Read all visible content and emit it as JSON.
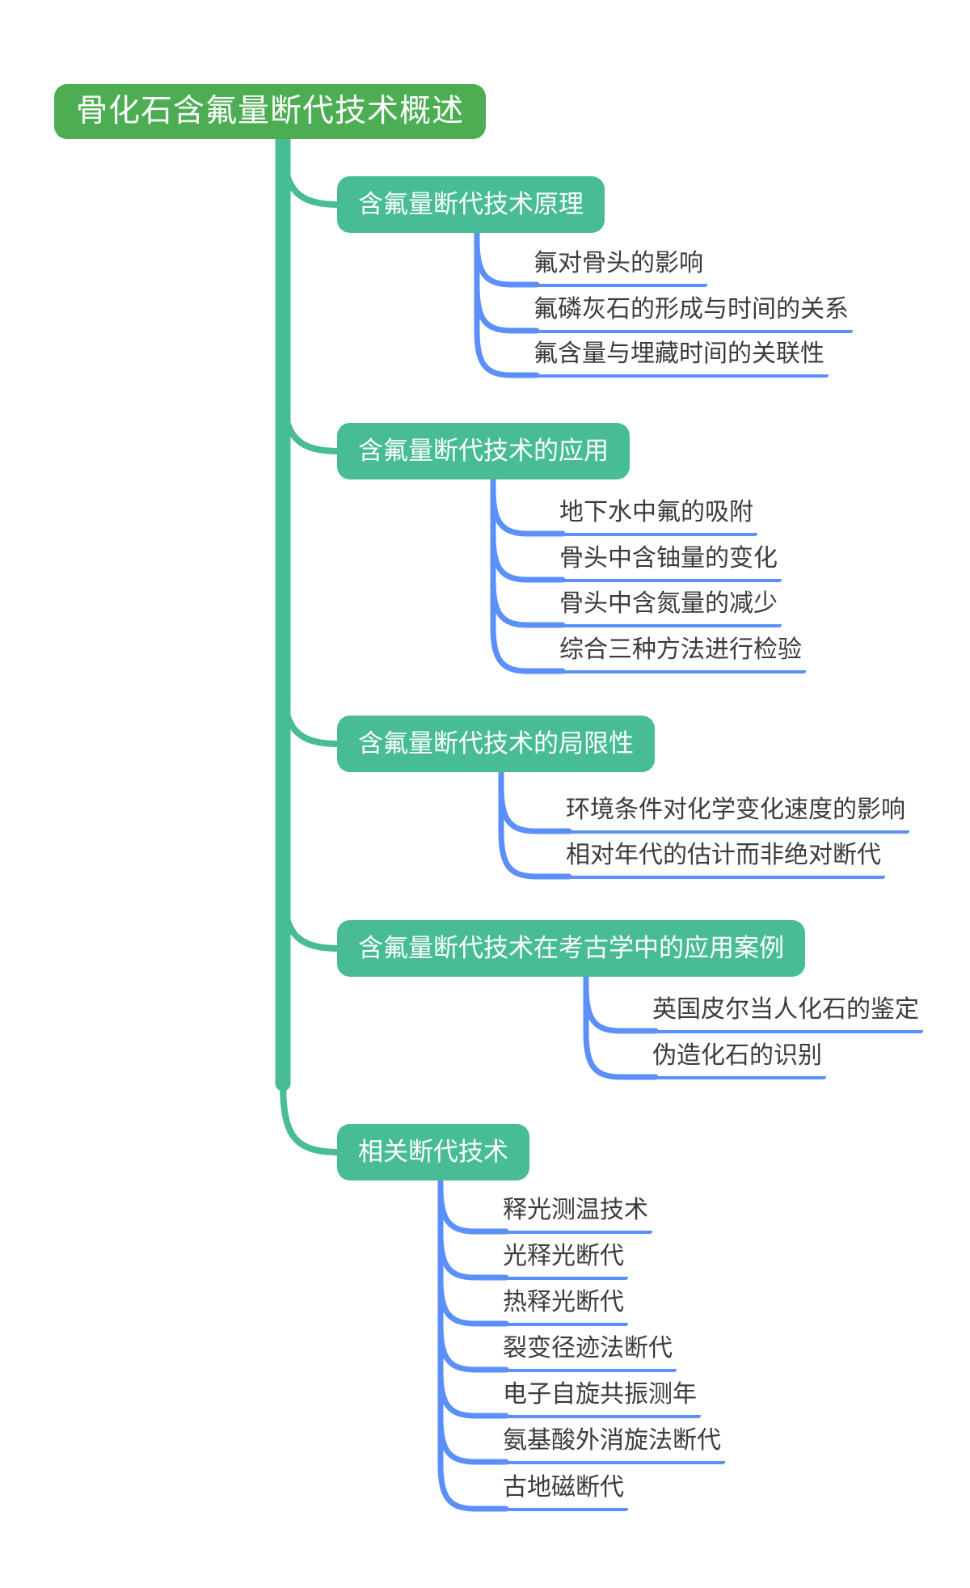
{
  "title": "骨化石含氟量断代技术概述",
  "palette": {
    "root_fill": "#4CAD52",
    "branch_fill": "#47BC95",
    "trunk_green": "#47BC95",
    "connector_blue": "#5B8FF9",
    "node_text": "#FFFFFF",
    "leaf_text": "#3C3C3C"
  },
  "mindmap": {
    "root": {
      "label": "骨化石含氟量断代技术概述"
    },
    "branches": [
      {
        "label": "含氟量断代技术原理",
        "children": [
          "氟对骨头的影响",
          "氟磷灰石的形成与时间的关系",
          "氟含量与埋藏时间的关联性"
        ]
      },
      {
        "label": "含氟量断代技术的应用",
        "children": [
          "地下水中氟的吸附",
          "骨头中含铀量的变化",
          "骨头中含氮量的减少",
          "综合三种方法进行检验"
        ]
      },
      {
        "label": "含氟量断代技术的局限性",
        "children": [
          "环境条件对化学变化速度的影响",
          "相对年代的估计而非绝对断代"
        ]
      },
      {
        "label": "含氟量断代技术在考古学中的应用案例",
        "children": [
          "英国皮尔当人化石的鉴定",
          "伪造化石的识别"
        ]
      },
      {
        "label": "相关断代技术",
        "children": [
          "释光测温技术",
          "光释光断代",
          "热释光断代",
          "裂变径迹法断代",
          "电子自旋共振测年",
          "氨基酸外消旋法断代",
          "古地磁断代"
        ]
      }
    ]
  }
}
